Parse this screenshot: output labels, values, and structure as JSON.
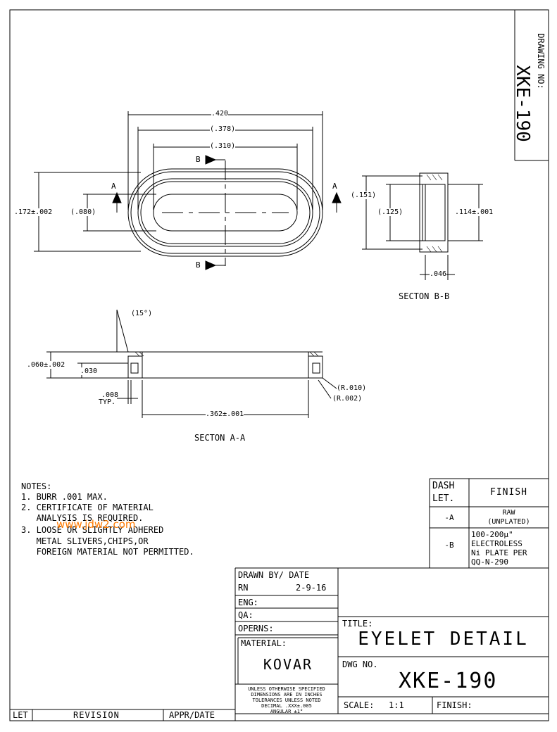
{
  "drawing_no_label": "DRAWING NO:",
  "drawing_no_side": "XKE-190",
  "dimensions": {
    "d420": ".420",
    "d378": "(.378)",
    "d310": "(.310)",
    "d172": ".172±.002",
    "d080": "(.080)",
    "d151": "(.151)",
    "d125": "(.125)",
    "d114": ".114±.001",
    "d046": ".046",
    "ang15": "(15°)",
    "d060": ".060±.002",
    "d030": ".030",
    "d008": ".008",
    "typ": "TYP.",
    "d362": ".362±.001",
    "r010": "(R.010)",
    "r002": "(R.002)"
  },
  "section_marks": {
    "a": "A",
    "b": "B"
  },
  "section_bb_label": "SECTON B-B",
  "section_aa_label": "SECTON A-A",
  "notes": {
    "title": "NOTES:",
    "lines": [
      "1. BURR .001 MAX.",
      "2. CERTIFICATE OF MATERIAL",
      "   ANALYSIS IS REQUIRED.",
      "3. LOOSE OR SLIGHTLY ADHERED",
      "   METAL SLIVERS,CHIPS,OR",
      "   FOREIGN MATERIAL NOT PERMITTED."
    ]
  },
  "watermark": "www.jdw2.com",
  "finish_table": {
    "dash_let": "DASH\nLET.",
    "finish_header": "FINISH",
    "rows": [
      {
        "dash": "-A",
        "finish": "RAW\n(UNPLATED)"
      },
      {
        "dash": "-B",
        "finish": "100-200µ\"\nELECTROLESS\nNi PLATE PER\nQQ-N-290"
      }
    ]
  },
  "title_block": {
    "drawn_by_label": "DRAWN BY/ DATE",
    "drawn_by": "RN",
    "drawn_date": "2-9-16",
    "eng_label": "ENG:",
    "qa_label": "QA:",
    "operns_label": "OPERNS:",
    "material_label": "MATERIAL:",
    "material": "KOVAR",
    "tolerance_note": "UNLESS OTHERWISE SPECIFIED\nDIMENSIONS ARE IN INCHES\nTOLERANCES UNLESS NOTED\nDECIMAL .XXX±.005\nANGULAR ±1°",
    "title_label": "TITLE:",
    "title": "EYELET DETAIL",
    "dwg_no_label": "DWG NO.",
    "dwg_no": "XKE-190",
    "scale_label": "SCALE:",
    "scale": "1:1",
    "finish_label": "FINISH:"
  },
  "revision_block": {
    "let": "LET",
    "revision": "REVISION",
    "appr_date": "APPR/DATE"
  }
}
